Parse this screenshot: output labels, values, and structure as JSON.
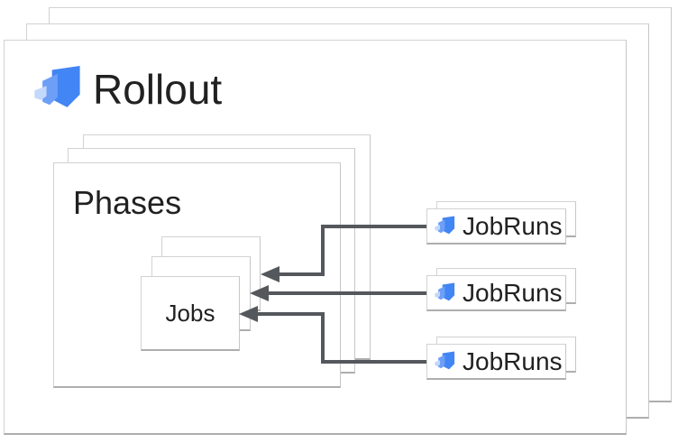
{
  "diagram": {
    "rollout": {
      "label": "Rollout",
      "icon": "cloud-deploy-icon",
      "stack_count": 3
    },
    "phases": {
      "label": "Phases",
      "stack_count": 3
    },
    "jobs": {
      "label": "Jobs",
      "stack_count": 3
    },
    "jobruns": {
      "items": [
        {
          "label": "JobRuns",
          "icon": "cloud-deploy-icon"
        },
        {
          "label": "JobRuns",
          "icon": "cloud-deploy-icon"
        },
        {
          "label": "JobRuns",
          "icon": "cloud-deploy-icon"
        }
      ]
    },
    "edges": [
      {
        "from": "jobruns-1",
        "to": "jobs-stack-back-layer"
      },
      {
        "from": "jobruns-2",
        "to": "jobs-stack-middle-layer"
      },
      {
        "from": "jobruns-3",
        "to": "jobs-stack-front-layer"
      }
    ],
    "colors": {
      "icon_blue_dark": "#4285f4",
      "icon_blue_medium": "#6d9ff7",
      "icon_blue_light": "#c4d8fb",
      "card_border": "#d2d2d2",
      "card_border_bottom": "#aeaeae",
      "arrow": "#54585c",
      "text": "#212121",
      "background": "#ffffff"
    }
  }
}
